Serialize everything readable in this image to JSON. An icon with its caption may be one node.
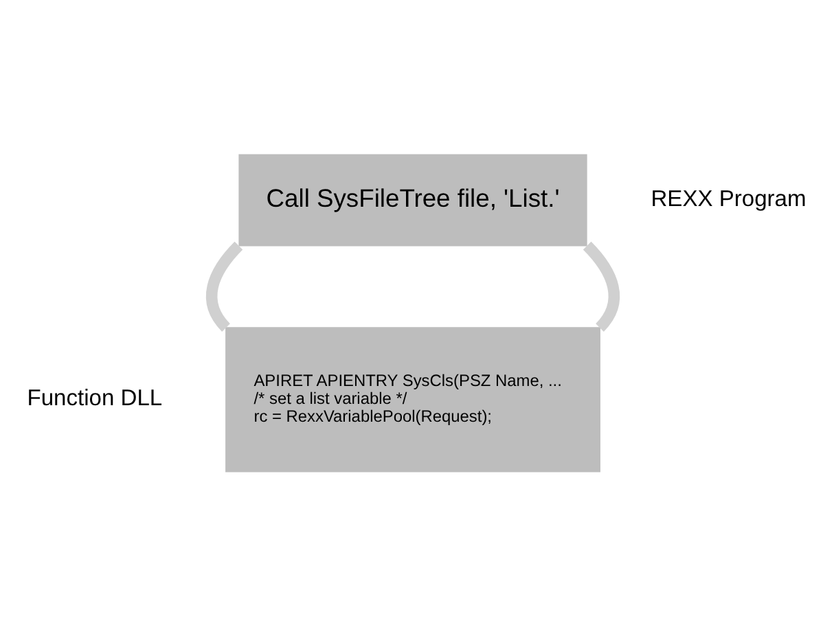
{
  "diagram": {
    "nodes": [
      {
        "text": [
          "Call SysFileTree file, 'List.'"
        ],
        "beside": [
          "REXX Program"
        ]
      },
      {
        "text": [
          "APIRET APIENTRY SysCls(PSZ Name, ...",
          "/* set a list variable */",
          "rc = RexxVariablePool(Request);"
        ],
        "beside": [
          "Function DLL"
        ]
      }
    ],
    "edges": [
      {
        "from": 0,
        "to": 1,
        "arrow": "none"
      },
      {
        "from": 1,
        "to": 0,
        "arrow": "none"
      }
    ]
  }
}
